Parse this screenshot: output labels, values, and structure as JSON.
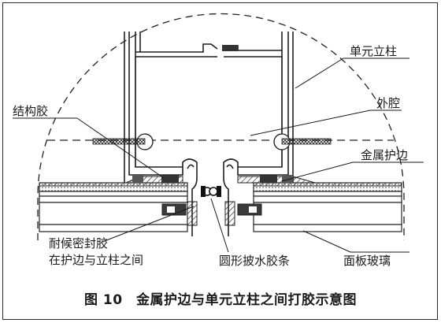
{
  "labels": {
    "unit_mullion": "单元立柱",
    "outer_cavity": "外腔",
    "structural_sealant": "结构胶",
    "metal_trim": "金属护边",
    "weather_sealant_line1": "耐候密封胶",
    "weather_sealant_line2": "在护边与立柱之间",
    "round_gasket": "圆形披水胶条",
    "face_glass": "面板玻璃"
  },
  "caption": "图 10　金属护边与单元立柱之间打胶示意图",
  "colors": {
    "line": "#1f1f1f",
    "hatch": "#333333",
    "fill_dark": "#3a3a3a",
    "background": "#ffffff"
  }
}
